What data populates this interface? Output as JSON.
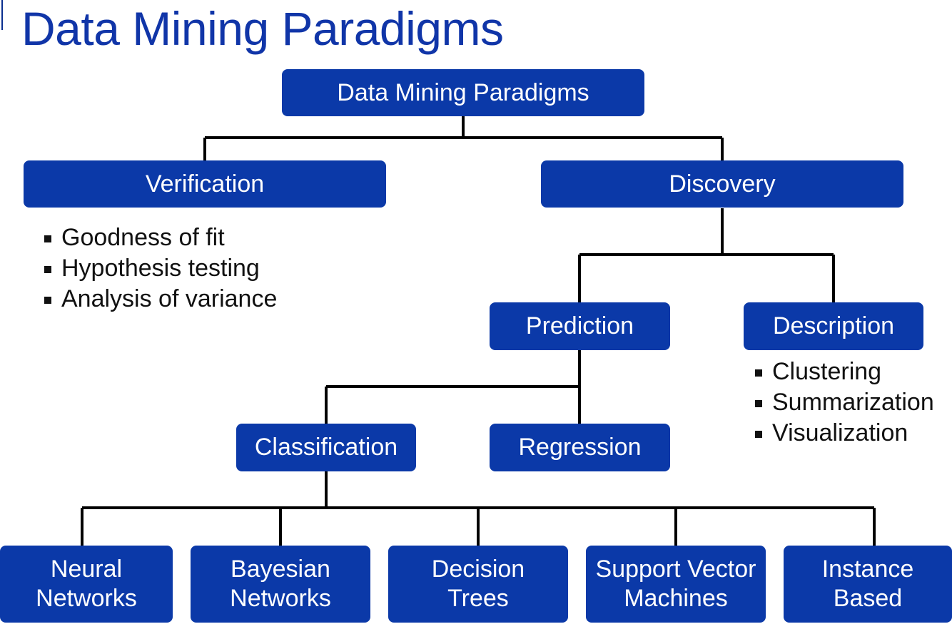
{
  "title": "Data Mining Paradigms",
  "colors": {
    "title": "#1035a8",
    "node_fill": "#0b39a8",
    "node_text": "#ffffff",
    "connector": "#000000"
  },
  "nodes": {
    "root": "Data Mining Paradigms",
    "verification": "Verification",
    "discovery": "Discovery",
    "prediction": "Prediction",
    "description": "Description",
    "classification": "Classification",
    "regression": "Regression",
    "neural_networks": "Neural\nNetworks",
    "bayesian_networks": "Bayesian\nNetworks",
    "decision_trees": "Decision\nTrees",
    "support_vector_machines": "Support Vector\nMachines",
    "instance_based": "Instance\nBased"
  },
  "verification_methods": [
    "Goodness of fit",
    "Hypothesis testing",
    "Analysis of variance"
  ],
  "description_methods": [
    "Clustering",
    "Summarization",
    "Visualization"
  ]
}
